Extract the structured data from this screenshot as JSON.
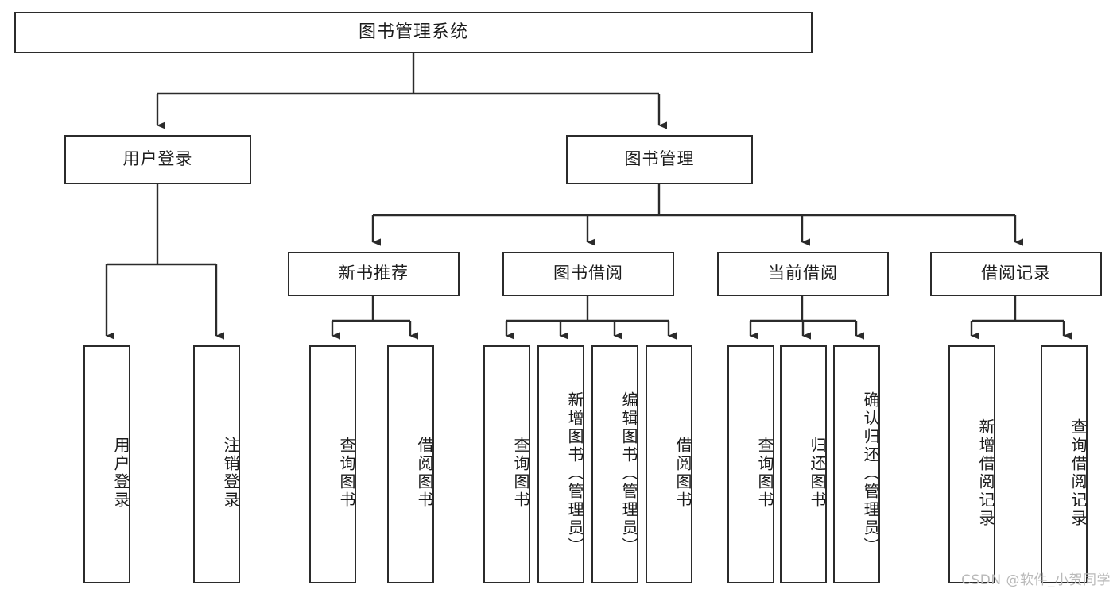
{
  "diagram": {
    "title": "图书管理系统",
    "type": "tree-hierarchy",
    "watermark": "CSDN @软件_小贺同学",
    "colors": {
      "box_border": "#2b2b2b",
      "box_fill": "#ffffff",
      "connector": "#2b2b2b",
      "text": "#1c1c1c",
      "watermark": "#b9b9b9",
      "background": "#ffffff"
    },
    "root": {
      "label": "图书管理系统"
    },
    "level2": [
      {
        "label": "用户登录"
      },
      {
        "label": "图书管理"
      }
    ],
    "level3": [
      {
        "label": "新书推荐"
      },
      {
        "label": "图书借阅"
      },
      {
        "label": "当前借阅"
      },
      {
        "label": "借阅记录"
      }
    ],
    "leaves": {
      "user_login": [
        {
          "label": "用户登录"
        },
        {
          "label": "注销登录"
        }
      ],
      "new_book_recommend": [
        {
          "label": "查询图书"
        },
        {
          "label": "借阅图书"
        }
      ],
      "book_borrow": [
        {
          "label": "查询图书"
        },
        {
          "label": "新增图书（管理员）"
        },
        {
          "label": "编辑图书（管理员）"
        },
        {
          "label": "借阅图书"
        }
      ],
      "current_borrow": [
        {
          "label": "查询图书"
        },
        {
          "label": "归还图书"
        },
        {
          "label": "确认归还（管理员）"
        }
      ],
      "borrow_records": [
        {
          "label": "新增借阅记录"
        },
        {
          "label": "查询借阅记录"
        }
      ]
    }
  }
}
